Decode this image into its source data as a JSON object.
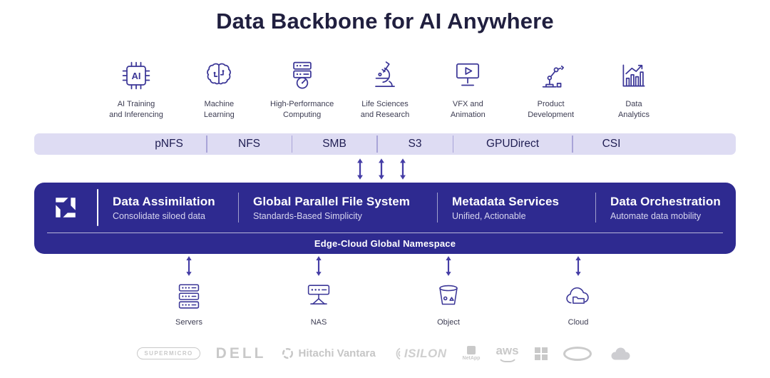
{
  "title": "Data Backbone for AI Anywhere",
  "use_cases": [
    {
      "icon": "ai-chip-icon",
      "icon_text": "AI",
      "line1": "AI Training",
      "line2": "and Inferencing"
    },
    {
      "icon": "brain-icon",
      "line1": "Machine",
      "line2": "Learning"
    },
    {
      "icon": "hpc-server-gauge-icon",
      "line1": "High-Performance",
      "line2": "Computing"
    },
    {
      "icon": "microscope-icon",
      "line1": "Life Sciences",
      "line2": "and Research"
    },
    {
      "icon": "monitor-play-icon",
      "line1": "VFX and",
      "line2": "Animation"
    },
    {
      "icon": "robot-arm-icon",
      "line1": "Product",
      "line2": "Development"
    },
    {
      "icon": "bar-chart-icon",
      "line1": "Data",
      "line2": "Analytics"
    }
  ],
  "protocols": [
    "pNFS",
    "NFS",
    "SMB",
    "S3",
    "GPUDirect",
    "CSI"
  ],
  "platform": {
    "features": [
      {
        "title": "Data Assimilation",
        "subtitle": "Consolidate siloed data"
      },
      {
        "title": "Global Parallel File System",
        "subtitle": "Standards-Based Simplicity"
      },
      {
        "title": "Metadata Services",
        "subtitle": "Unified, Actionable"
      },
      {
        "title": "Data Orchestration",
        "subtitle": "Automate data mobility"
      }
    ],
    "namespace_label": "Edge-Cloud Global Namespace"
  },
  "storage": [
    {
      "icon": "servers-icon",
      "label": "Servers"
    },
    {
      "icon": "nas-icon",
      "label": "NAS"
    },
    {
      "icon": "object-bucket-icon",
      "label": "Object"
    },
    {
      "icon": "cloud-storage-icon",
      "label": "Cloud"
    }
  ],
  "vendors": {
    "supermicro": "SUPERMICRO",
    "dell": "DELL",
    "hitachi_vantara": "Hitachi Vantara",
    "isilon": "ISILON",
    "netapp": "NetApp",
    "aws": "aws"
  },
  "colors": {
    "accent_indigo": "#3B3697",
    "band_purple": "#2E2A90",
    "protocol_bar_bg": "#DEDCF3",
    "arrow_purple": "#453DA6",
    "title_navy": "#201F3F",
    "vendor_gray": "#C9C9C9"
  }
}
